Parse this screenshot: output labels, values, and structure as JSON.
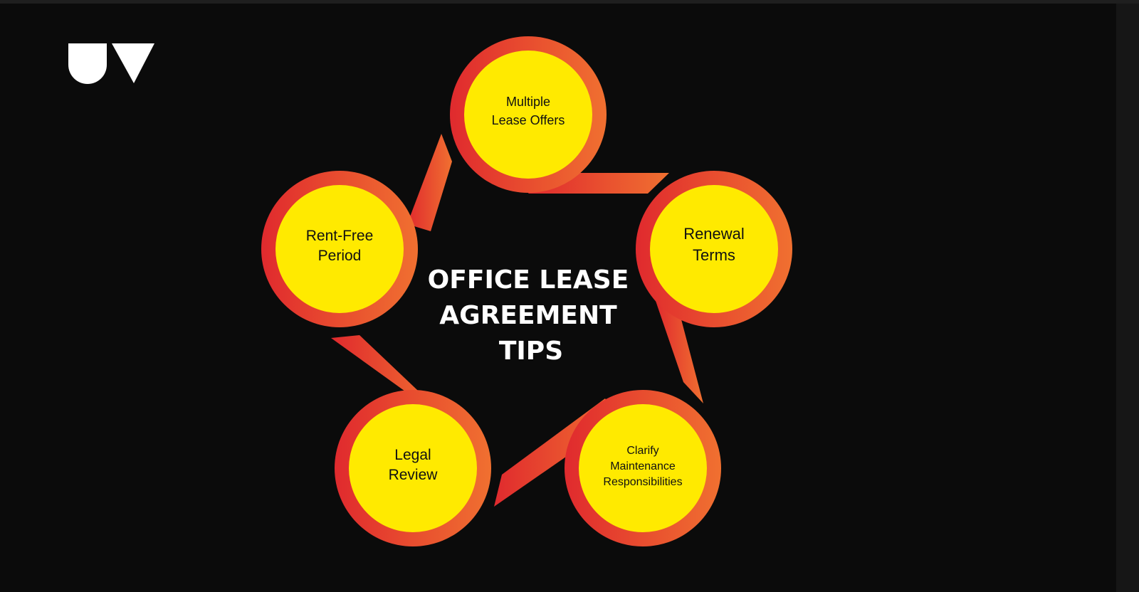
{
  "title": {
    "lines": [
      "OFFICE LEASE",
      "AGREEMENT",
      "TIPS"
    ]
  },
  "logo": {
    "text": "UV"
  },
  "nodes": [
    {
      "lines": [
        "Multiple",
        "Lease Offers"
      ]
    },
    {
      "lines": [
        "Renewal",
        "Terms"
      ]
    },
    {
      "lines": [
        "Clarify",
        "Maintenance",
        "Responsibilities"
      ]
    },
    {
      "lines": [
        "Legal",
        "Review"
      ]
    },
    {
      "lines": [
        "Rent-Free",
        "Period"
      ]
    }
  ],
  "colors": {
    "background": "#0b0b0b",
    "ring_start": "#e02a2e",
    "ring_end": "#f07030",
    "fill": "#ffea00",
    "title": "#ffffff"
  }
}
